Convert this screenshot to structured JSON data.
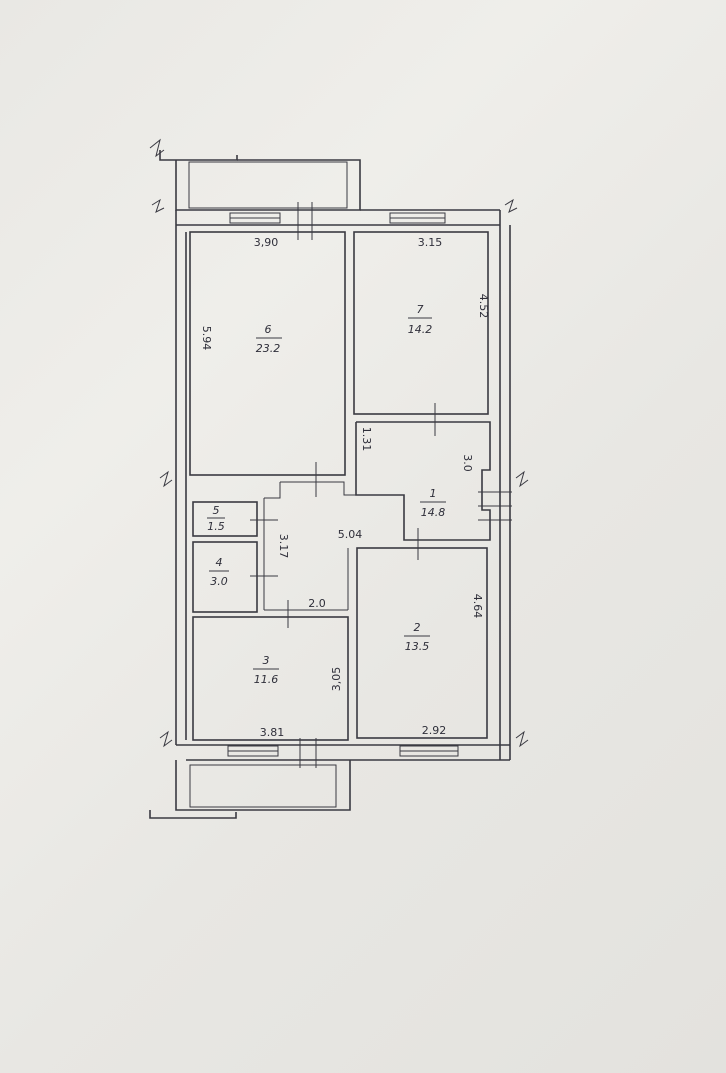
{
  "rooms": [
    {
      "id": "1",
      "number": "1",
      "area": "14.8"
    },
    {
      "id": "2",
      "number": "2",
      "area": "13.5"
    },
    {
      "id": "3",
      "number": "3",
      "area": "11.6"
    },
    {
      "id": "4",
      "number": "4",
      "area": "3.0"
    },
    {
      "id": "5",
      "number": "5",
      "area": "1.5"
    },
    {
      "id": "6",
      "number": "6",
      "area": "23.2"
    },
    {
      "id": "7",
      "number": "7",
      "area": "14.2"
    }
  ],
  "dimensions": {
    "room6_width": "3,90",
    "room6_height": "5.94",
    "room7_width": "3.15",
    "room7_height": "4.52",
    "hall_short": "1.31",
    "hall_height": "3.0",
    "corridor_length": "5.04",
    "corridor_width": "3.17",
    "passage_width": "2.0",
    "room2_height": "4.64",
    "room3_height": "3,05",
    "room3_width": "3.81",
    "room2_width": "2.92"
  }
}
